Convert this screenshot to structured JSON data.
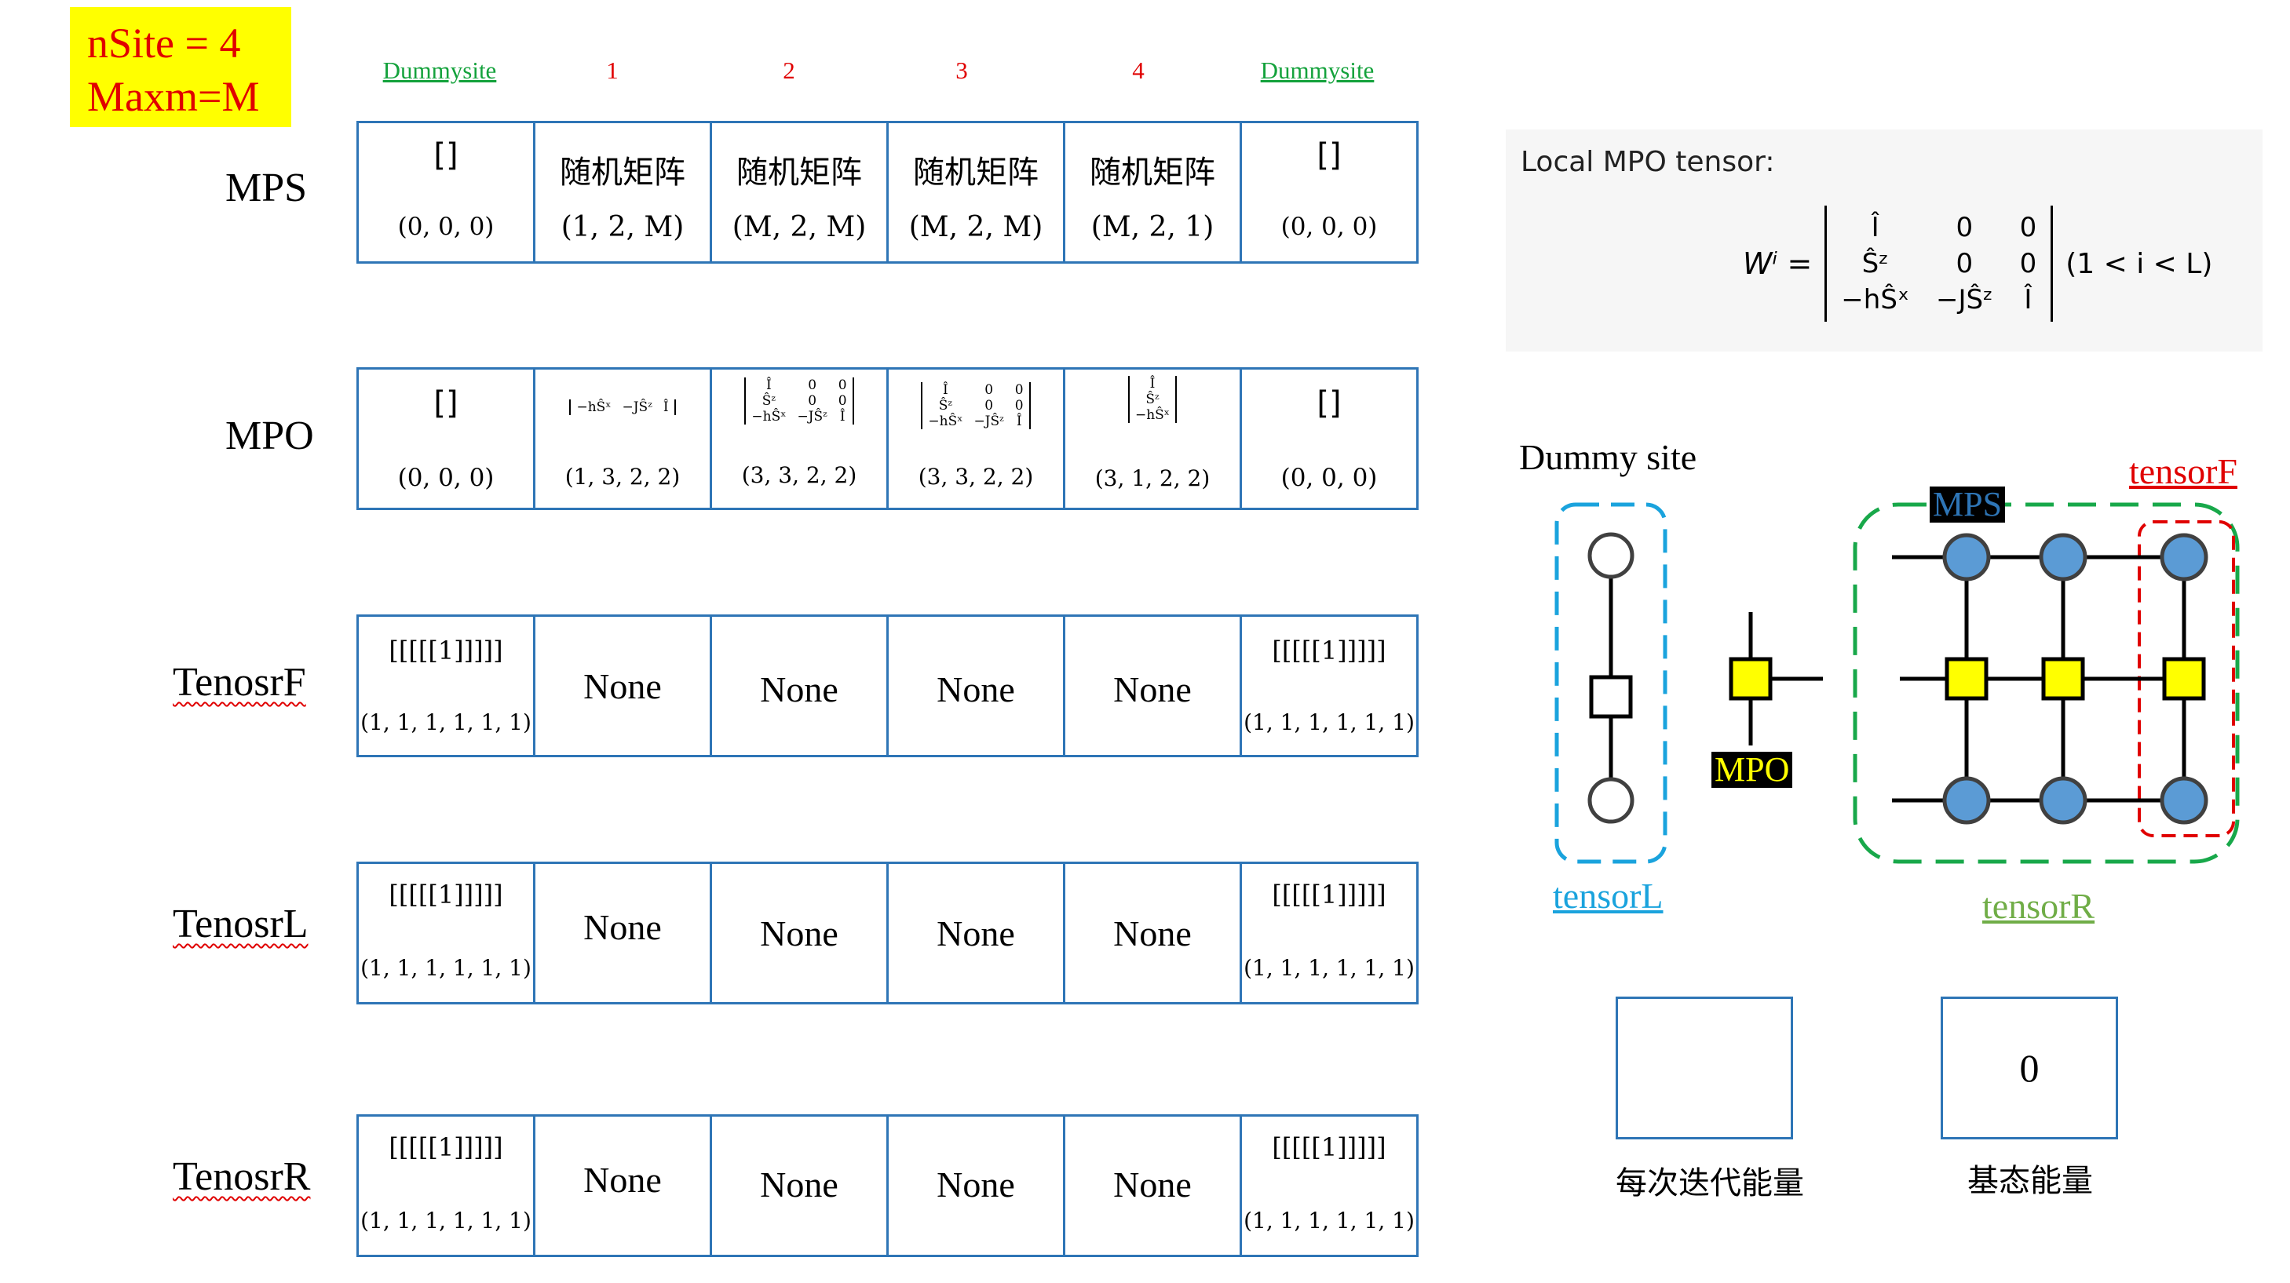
{
  "params": {
    "line1": "nSite = 4",
    "line2": "Maxm=M"
  },
  "columns": [
    "Dummysite",
    "1",
    "2",
    "3",
    "4",
    "Dummysite"
  ],
  "rows": {
    "mps": {
      "label": "MPS",
      "cells": [
        {
          "top": "[]",
          "bottom": "(0, 0, 0)"
        },
        {
          "top": "随机矩阵",
          "bottom": "(1, 2, M)"
        },
        {
          "top": "随机矩阵",
          "bottom": "(M, 2, M)"
        },
        {
          "top": "随机矩阵",
          "bottom": "(M, 2, M)"
        },
        {
          "top": "随机矩阵",
          "bottom": "(M, 2, 1)"
        },
        {
          "top": "[]",
          "bottom": "(0, 0, 0)"
        }
      ]
    },
    "mpo": {
      "label": "MPO",
      "cells": [
        {
          "top": "[]",
          "bottom": "(0, 0, 0)"
        },
        {
          "bottom": "(1, 3, 2, 2)",
          "matrix": [
            [
              "−hŜˣ",
              "−JŜᶻ",
              "Î"
            ]
          ]
        },
        {
          "bottom": "(3, 3, 2, 2)",
          "matrix": [
            [
              "Î",
              "0",
              "0"
            ],
            [
              "Ŝᶻ",
              "0",
              "0"
            ],
            [
              "−hŜˣ",
              "−JŜᶻ",
              "Î"
            ]
          ]
        },
        {
          "bottom": "(3, 3, 2, 2)",
          "matrix": [
            [
              "Î",
              "0",
              "0"
            ],
            [
              "Ŝᶻ",
              "0",
              "0"
            ],
            [
              "−hŜˣ",
              "−JŜᶻ",
              "Î"
            ]
          ]
        },
        {
          "bottom": "(3, 1, 2, 2)",
          "matrix": [
            [
              "Î"
            ],
            [
              "Ŝᶻ"
            ],
            [
              "−hŜˣ"
            ]
          ]
        },
        {
          "top": "[]",
          "bottom": "(0, 0, 0)"
        }
      ]
    },
    "tenosrF": {
      "label": "TenosrF",
      "edge_top": "[[[[[1]]]]]",
      "edge_bottom": "(1, 1, 1, 1, 1, 1)",
      "none": "None"
    },
    "tenosrL": {
      "label": "TenosrL",
      "edge_top": "[[[[[1]]]]]",
      "edge_bottom": "(1, 1, 1, 1, 1, 1)",
      "none": "None"
    },
    "tenosrR": {
      "label": "TenosrR",
      "edge_top": "[[[[[1]]]]]",
      "edge_bottom": "(1, 1, 1, 1, 1, 1)",
      "none": "None"
    }
  },
  "local_mpo": {
    "title": "Local MPO tensor:",
    "lhs": "Wⁱ =",
    "matrix": [
      [
        "Î",
        "0",
        "0"
      ],
      [
        "Ŝᶻ",
        "0",
        "0"
      ],
      [
        "−hŜˣ",
        "−JŜᶻ",
        "Î"
      ]
    ],
    "condition": "(1 < i < L)"
  },
  "diagram": {
    "dummy_site": "Dummy site",
    "tensorL": "tensorL",
    "tensorR": "tensorR",
    "tensorF": "tensorF",
    "mps": "MPS",
    "mpo": "MPO",
    "colors": {
      "cyan": "#1aa3dd",
      "green": "#18a84a",
      "red": "#e00000",
      "node_blue": "#5b9bd5",
      "node_yellow": "#ffff00",
      "grid_blue": "#2e75b6",
      "label_green": "#70ad47"
    }
  },
  "energy": {
    "iter_label": "每次迭代能量",
    "iter_value": "",
    "ground_label": "基态能量",
    "ground_value": "0"
  }
}
